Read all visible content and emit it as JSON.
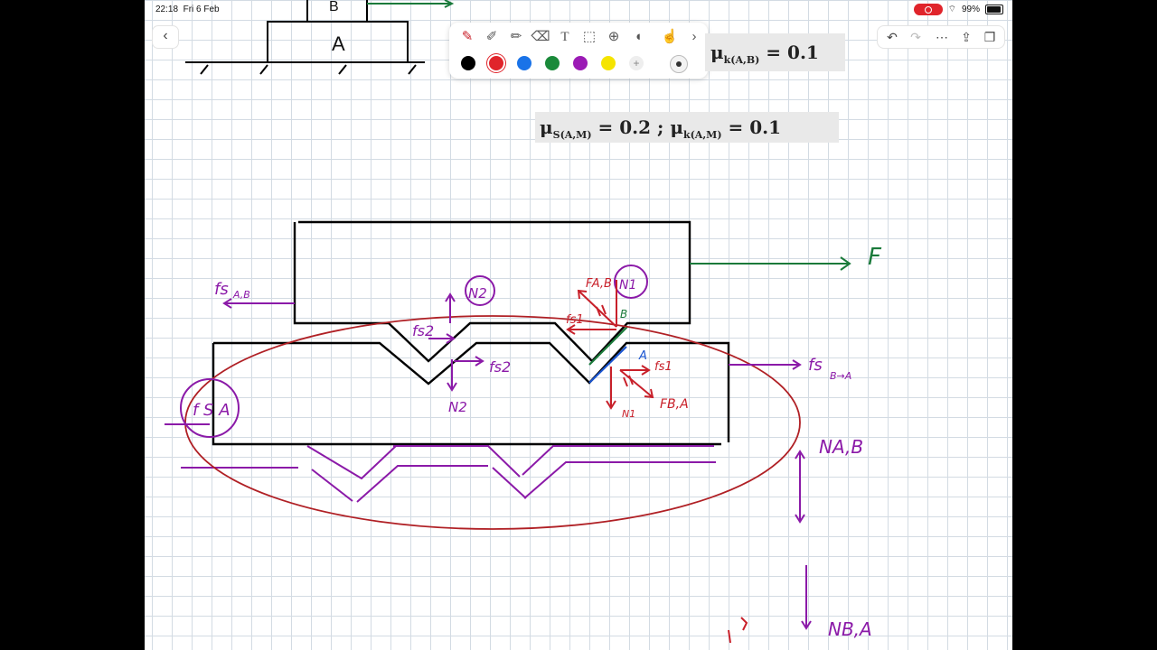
{
  "status": {
    "time": "22:18",
    "date": "Fri 6 Feb",
    "battery": "99%"
  },
  "toolbar": {
    "tools": [
      "pen-icon",
      "highlighter-icon",
      "marker-icon",
      "eraser-icon",
      "text-tool-icon",
      "lasso-icon",
      "add-icon",
      "microphone-icon",
      "gesture-icon",
      "chevron-right-icon"
    ],
    "colors": [
      "#000000",
      "#e0242b",
      "#1a73e8",
      "#1a8a3a",
      "#9b1bb5",
      "#f5e400"
    ],
    "selected_color": "#e0242b"
  },
  "right_tools": [
    "undo-icon",
    "redo-icon",
    "more-icon",
    "export-icon",
    "pages-icon"
  ],
  "formulas": {
    "mu_k_ab_symbol": "μ",
    "mu_k_ab_sub": "k(A,B)",
    "mu_k_ab_value": " = 0.1",
    "mu_am_s_symbol": "μ",
    "mu_am_s_sub": "S(A,M)",
    "mu_am_s_value": " = 0.2 ; ",
    "mu_am_k_symbol": "μ",
    "mu_am_k_sub": "k(A,M)",
    "mu_am_k_value": " = 0.1"
  },
  "sketch": {
    "block_a_label": "A",
    "block_b_label": "B",
    "force_label": "F",
    "fs_ab": "fs",
    "fs_ab_sub": "A,B",
    "n2_circle": "N2",
    "n1_circle": "N1",
    "fs2_top": "fs2",
    "fs2_bottom": "fs2",
    "n2_bottom": "N2",
    "fab_label": "FA,B",
    "fs1_top": "fs1",
    "b_contact": "B",
    "a_contact": "A",
    "fs1_right": "fs1",
    "n1_bottom": "N1",
    "fba_label": "FB,A",
    "fs_ba": "fs",
    "fs_ba_sub": "B→A",
    "fs_a_circle": "f S A",
    "nab_label": "NA,B",
    "nba_label": "NB,A"
  },
  "colors": {
    "green_ink": "#1a7a3a",
    "purple_ink": "#8b1aa8",
    "red_ink": "#c8202a",
    "blue_ink": "#1a55d0",
    "dark_red_ring": "#b02025"
  }
}
